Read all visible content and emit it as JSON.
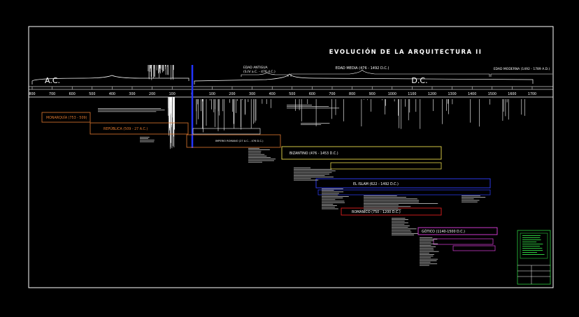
{
  "title": "EVOLUCIÓN DE LA ARQUITECTURA II",
  "era_bc": "A.C.",
  "era_ad": "D.C.",
  "ages": [
    {
      "label": "EDAD ANTIGUA",
      "sub": "(S.IV a.C. - 476 d.C.)"
    },
    {
      "label": "EDAD MEDIA (476 - 1492 D.C.)"
    },
    {
      "label": "EDAD MODERNA (1492 - 1789 A.D.)"
    }
  ],
  "ticks": [
    "800",
    "700",
    "600",
    "500",
    "400",
    "300",
    "200",
    "100",
    "0",
    "100",
    "200",
    "300",
    "400",
    "500",
    "600",
    "700",
    "800",
    "900",
    "1000",
    "1100",
    "1200",
    "1300",
    "1400",
    "1500",
    "1600",
    "1700"
  ],
  "periods": [
    {
      "label": "MONARQUÍA (753 - 509)",
      "color": "#e07a30"
    },
    {
      "label": "REPÚBLICA (509 - 27 A.C.)",
      "color": "#e07a30"
    },
    {
      "label": "IMPERIO ROMANO (27 A.C. - 476 D.C.)",
      "color": "#ffffff"
    },
    {
      "label": "BIZANTINO (476 - 1453 D.C.)",
      "color": "#e6d84a"
    },
    {
      "label": "EL ISLAM (622 - 1492 D.C.)",
      "color": "#3040ff"
    },
    {
      "label": "ROMÁNICO (750 - 1200 D.C.)",
      "color": "#e02020"
    },
    {
      "label": "GÓTICO (1140-1500 D.C.)",
      "color": "#e040e0"
    }
  ],
  "colors": {
    "frame": "#ffffff",
    "legend_green": "#2ecc40",
    "axis_blue": "#2233ff"
  }
}
